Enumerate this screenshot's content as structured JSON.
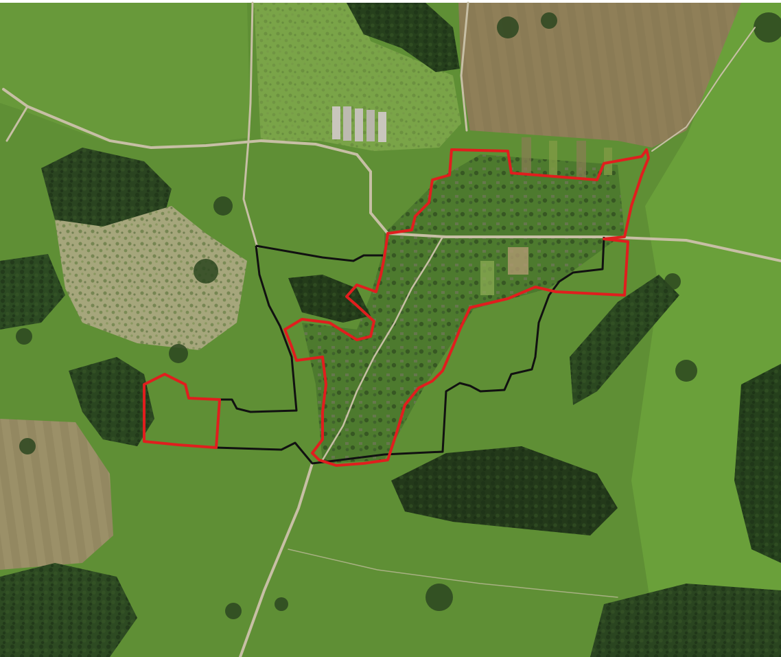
{
  "map": {
    "kind": "satellite-imagery",
    "colors": {
      "meadow_bright": "#6fa13a",
      "meadow": "#5f8f35",
      "meadow_dark": "#4e7a2c",
      "forest": "#2e4a22",
      "forest_dark": "#22381a",
      "plowed_field": "#8a7a55",
      "dry_field": "#9a9068",
      "sandy_scrub": "#a5a37a",
      "road": "#c8c0a8",
      "red_boundary": "#e01e1e",
      "black_boundary": "#111111"
    },
    "overlays": [
      {
        "name": "red-boundary",
        "color": "#e01e1e",
        "parts": 2
      },
      {
        "name": "black-boundary",
        "color": "#111111",
        "parts": 1
      }
    ]
  }
}
